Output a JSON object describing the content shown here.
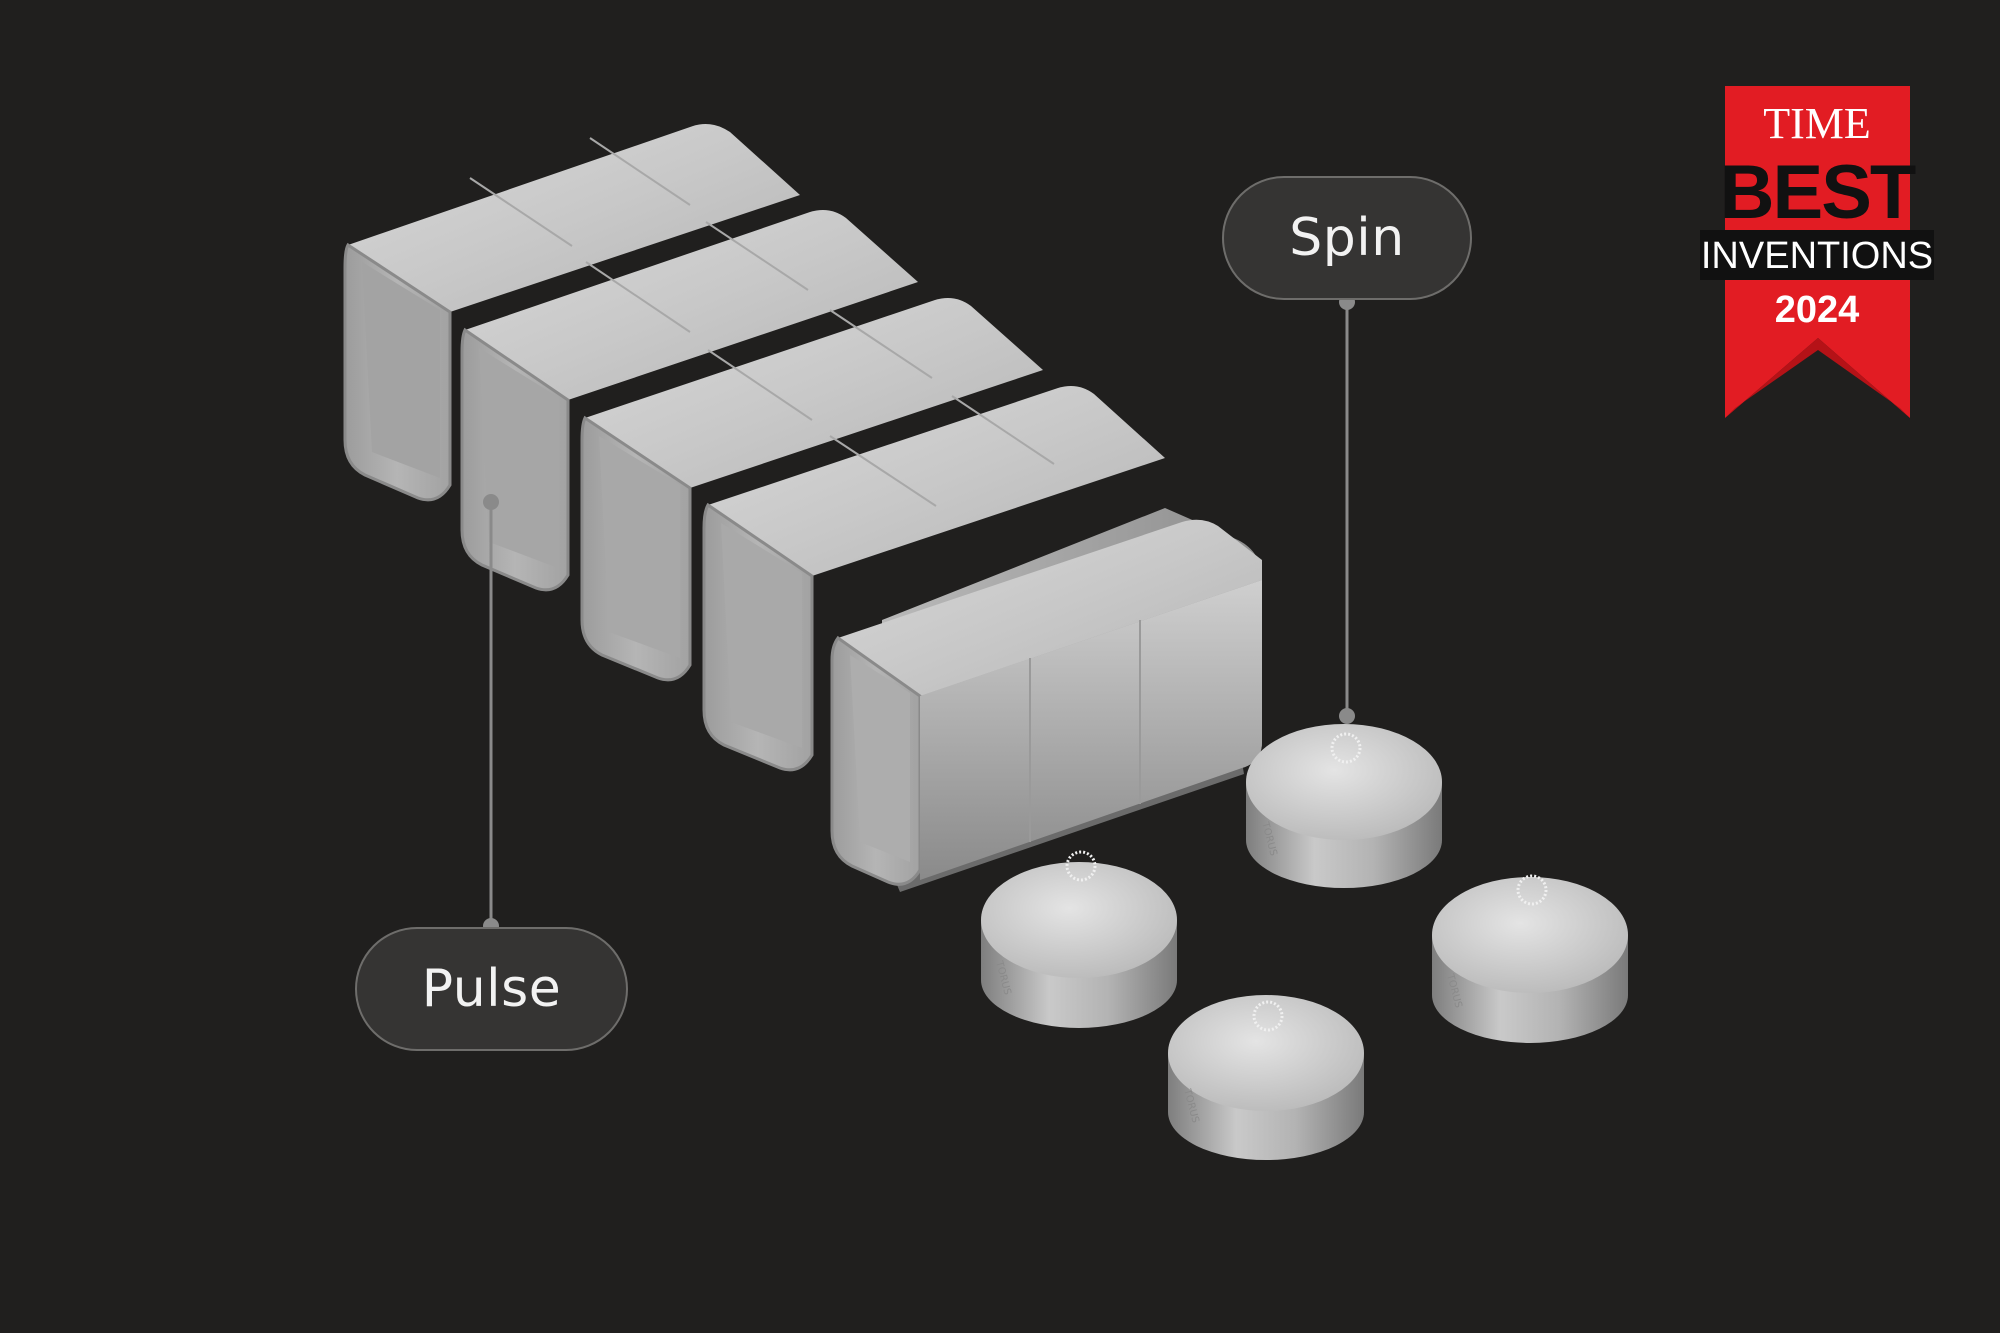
{
  "callouts": {
    "spin": "Spin",
    "pulse": "Pulse"
  },
  "badge": {
    "brand": "TIME",
    "title": "BEST",
    "subtitle": "INVENTIONS",
    "year": "2024",
    "color": "#e21c23"
  },
  "disc_engraving": "TORUS",
  "colors": {
    "background": "#201f1e",
    "metal_light": "#e2e2e2",
    "metal_dark": "#8f8f8f",
    "callout_fill": "#353433",
    "callout_border": "#6e6d6b"
  }
}
